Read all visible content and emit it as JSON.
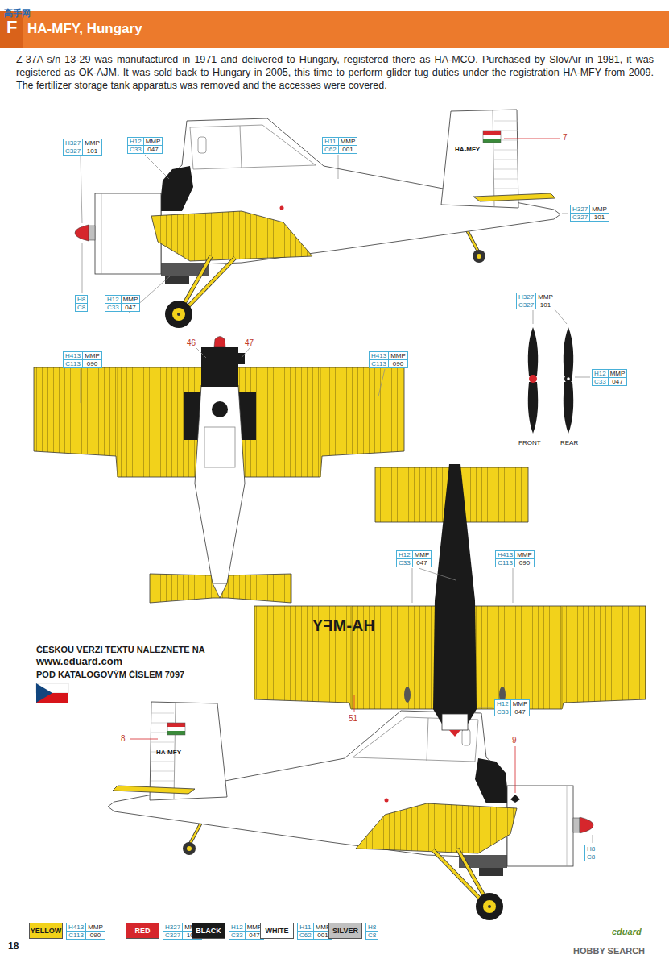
{
  "diagram": {
    "title": "HA-MFY, Hungary",
    "caption": "Z-37A s/n 13-29 was manufactured in 1971 and delivered to Hungary, registered there as HA-MCO. Purchased by SlovAir in 1981, it was registered as OK-AJM. It was sold back to Hungary in 2005, this time to perform glider tug duties under the registration HA-MFY from 2009. The fertilizer storage tank apparatus was removed and the accesses were covered.",
    "nodes": [
      {
        "text": [
          "H327",
          "MMP",
          "C327",
          "101"
        ]
      },
      {
        "text": [
          "H12",
          "MMP",
          "C33",
          "047"
        ]
      },
      {
        "text": [
          "H11",
          "MMP",
          "C62",
          "001"
        ]
      },
      {
        "text": [
          "H327",
          "MMP",
          "C327",
          "101"
        ]
      },
      {
        "text": [
          "H8",
          "C8"
        ]
      },
      {
        "text": [
          "H12",
          "MMP",
          "C33",
          "047"
        ]
      },
      {
        "text": [
          "H413",
          "MMP",
          "C113",
          "090"
        ]
      },
      {
        "text": [
          "H413",
          "MMP",
          "C113",
          "090"
        ]
      },
      {
        "text": [
          "H327",
          "MMP",
          "C327",
          "101"
        ]
      },
      {
        "text": [
          "H12",
          "MMP",
          "C33",
          "047"
        ]
      },
      {
        "text": [
          "H12",
          "MMP",
          "C33",
          "047"
        ]
      },
      {
        "text": [
          "H413",
          "MMP",
          "C113",
          "090"
        ]
      },
      {
        "text": [
          "H12",
          "MMP",
          "C33",
          "047"
        ]
      },
      {
        "text": [
          "H8",
          "C8"
        ]
      },
      {
        "text": [
          "H413",
          "MMP",
          "C113",
          "090"
        ]
      },
      {
        "text": [
          "H327",
          "MMP",
          "C327",
          "101"
        ]
      },
      {
        "text": [
          "H12",
          "MMP",
          "C33",
          "047"
        ]
      },
      {
        "text": [
          "H11",
          "MMP",
          "C62",
          "001"
        ]
      },
      {
        "text": [
          "H8",
          "C8"
        ]
      }
    ],
    "labels": [
      "F",
      "高手网",
      "7",
      "46",
      "47",
      "FRONT",
      "REAR",
      "HA-MFY",
      "HA-MFY",
      "51",
      "ČESKOU VERZI TEXTU NALEZNETE NA",
      "www.eduard.com",
      "POD KATALOGOVÝM ČÍSLEM 7097",
      "8",
      "HA-MFY",
      "9",
      "18",
      "eduard",
      "HOBBY SEARCH"
    ],
    "legend": [
      {
        "text": "YELLOW",
        "color": "#f2d21b"
      },
      {
        "text": "RED",
        "color": "#d6262c"
      },
      {
        "text": "BLACK",
        "color": "#1a1a1a"
      },
      {
        "text": "WHITE",
        "color": "#ffffff"
      },
      {
        "text": "SILVER",
        "color": "#c0c0c0"
      }
    ]
  }
}
